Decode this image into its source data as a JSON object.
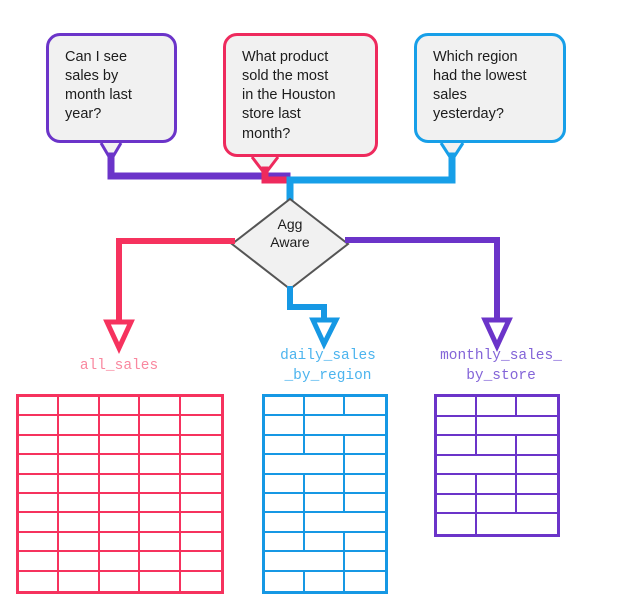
{
  "diagram": {
    "title": "Agg Aware routing diagram",
    "colors": {
      "purple": "#6b34c9",
      "pink": "#ee2a5d",
      "blue": "#179fe8",
      "pink_light": "#f9889f",
      "blue_light": "#4cb4ee",
      "purple_light": "#8364d8",
      "node_fill": "#f1f1f1",
      "node_stroke": "#555555"
    },
    "questions": [
      {
        "id": "q-month-sales",
        "text": "Can I see\nsales by\nmonth last\nyear?",
        "color": "#6b34c9"
      },
      {
        "id": "q-houston-product",
        "text": "What product\nsold the most\nin the Houston\nstore last\nmonth?",
        "color": "#ee2a5d"
      },
      {
        "id": "q-lowest-region",
        "text": "Which region\nhad the lowest\nsales\nyesterday?",
        "color": "#179fe8"
      }
    ],
    "router": {
      "id": "agg-aware",
      "label": "Agg\nAware",
      "shape": "diamond"
    },
    "tables": [
      {
        "id": "all-sales",
        "label": "all_sales",
        "color": "#f6325e",
        "label_color": "#f9889f",
        "columns": 5,
        "rows": 10
      },
      {
        "id": "daily-sales-by-region",
        "label": "daily_sales\n_by_region",
        "color": "#1698e4",
        "label_color": "#4cb4ee",
        "columns": 3,
        "rows": 10
      },
      {
        "id": "monthly-sales-by-store",
        "label": "monthly_sales_\nby_store",
        "color": "#6b34c9",
        "label_color": "#8364d8",
        "columns": 3,
        "rows": 7
      }
    ],
    "routes": [
      {
        "from": "q-month-sales",
        "to": "agg-aware",
        "color": "#6b34c9"
      },
      {
        "from": "q-houston-product",
        "to": "agg-aware",
        "color": "#ee2a5d"
      },
      {
        "from": "q-lowest-region",
        "to": "agg-aware",
        "color": "#179fe8"
      },
      {
        "from": "agg-aware",
        "to": "all-sales",
        "color": "#f6325e"
      },
      {
        "from": "agg-aware",
        "to": "daily-sales-by-region",
        "color": "#1698e4"
      },
      {
        "from": "agg-aware",
        "to": "monthly-sales-by-store",
        "color": "#6b34c9"
      }
    ]
  }
}
